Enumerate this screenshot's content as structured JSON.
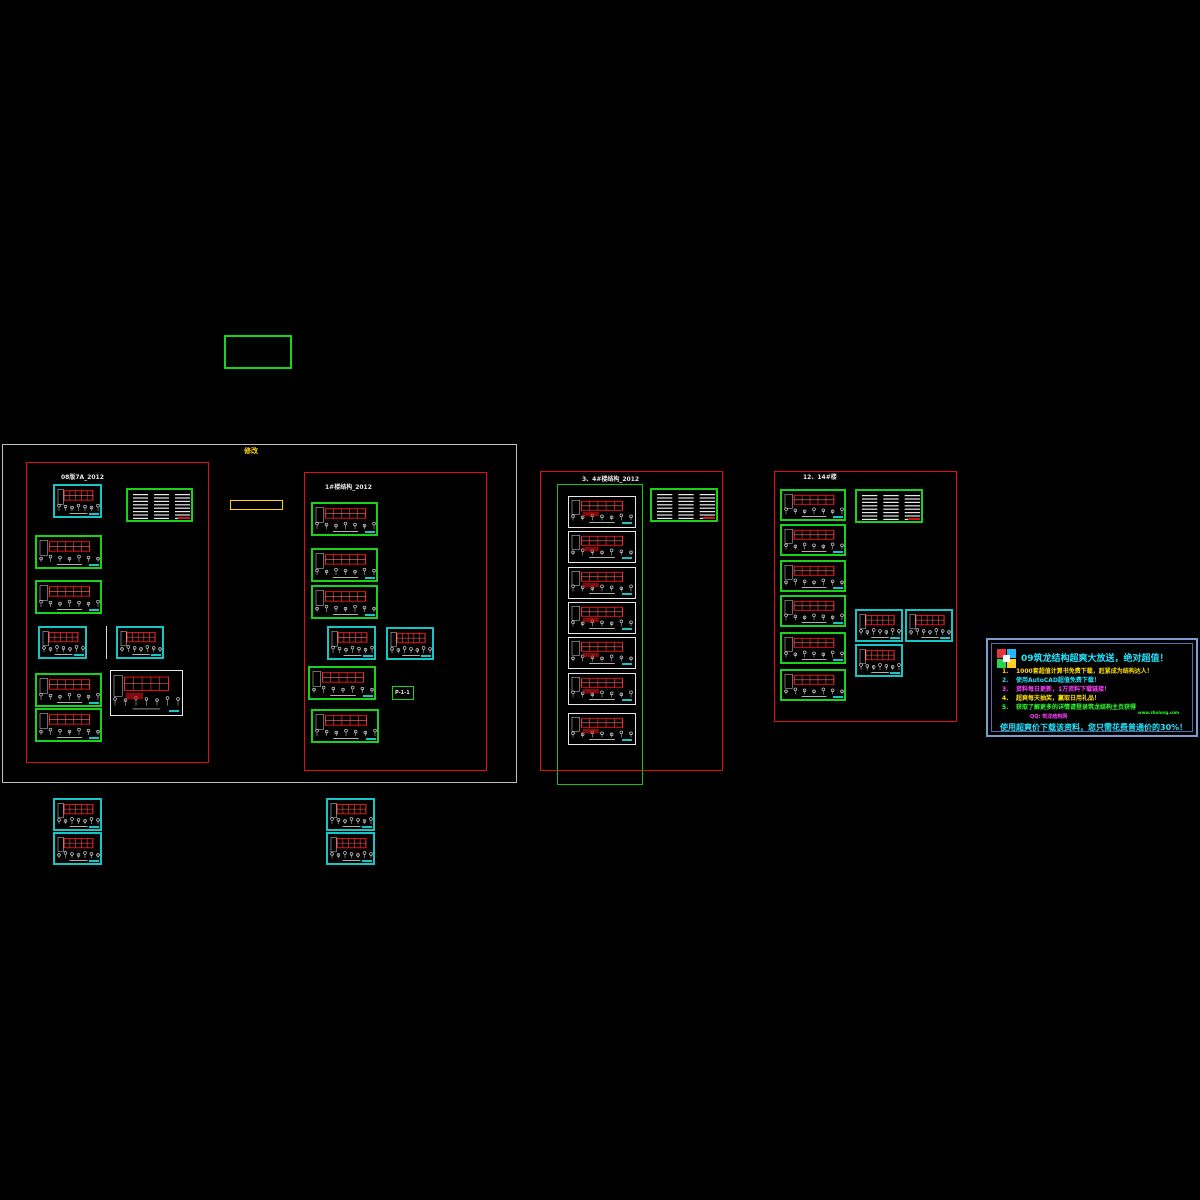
{
  "canvas": {
    "background": "#000000"
  },
  "colors": {
    "red": "#e01010",
    "green": "#19d219",
    "cyan": "#16c6c6",
    "yellow": "#ffd400",
    "white": "#e8e8e8"
  },
  "labels": {
    "group_left": "修改",
    "sheet_a": "08版7A_2012",
    "sheet_b": "1#楼结构_2012",
    "sheet_c": "3、4#楼结构_2012",
    "sheet_d": "12、14#楼",
    "small_tag": "P-1-1"
  },
  "ad": {
    "title": "09筑龙结构超爽大放送，绝对超值！",
    "items": [
      {
        "num": "1.",
        "text": "1000套超值计算书免费下载，赶紧成为结构达人！",
        "color": "#ffe000"
      },
      {
        "num": "2.",
        "text": "使用AutoCAD超值免费下载！",
        "color": "#22e6ff"
      },
      {
        "num": "3.",
        "text": "资料每日更新，1万资料下载链接！",
        "color": "#ff40ff"
      },
      {
        "num": "4.",
        "text": "超爽每天抽奖，赢取日用礼品！",
        "color": "#ffe000"
      },
      {
        "num": "5.",
        "text": "获取了解更多的详情请登录筑龙结构主页获得",
        "color": "#2dff2d"
      }
    ],
    "sub": "QQ: 筑龙结构网",
    "small": "www.zhulong.com",
    "footer": "使用超爽价下载该资料，您只需花费普通价的30%！"
  }
}
